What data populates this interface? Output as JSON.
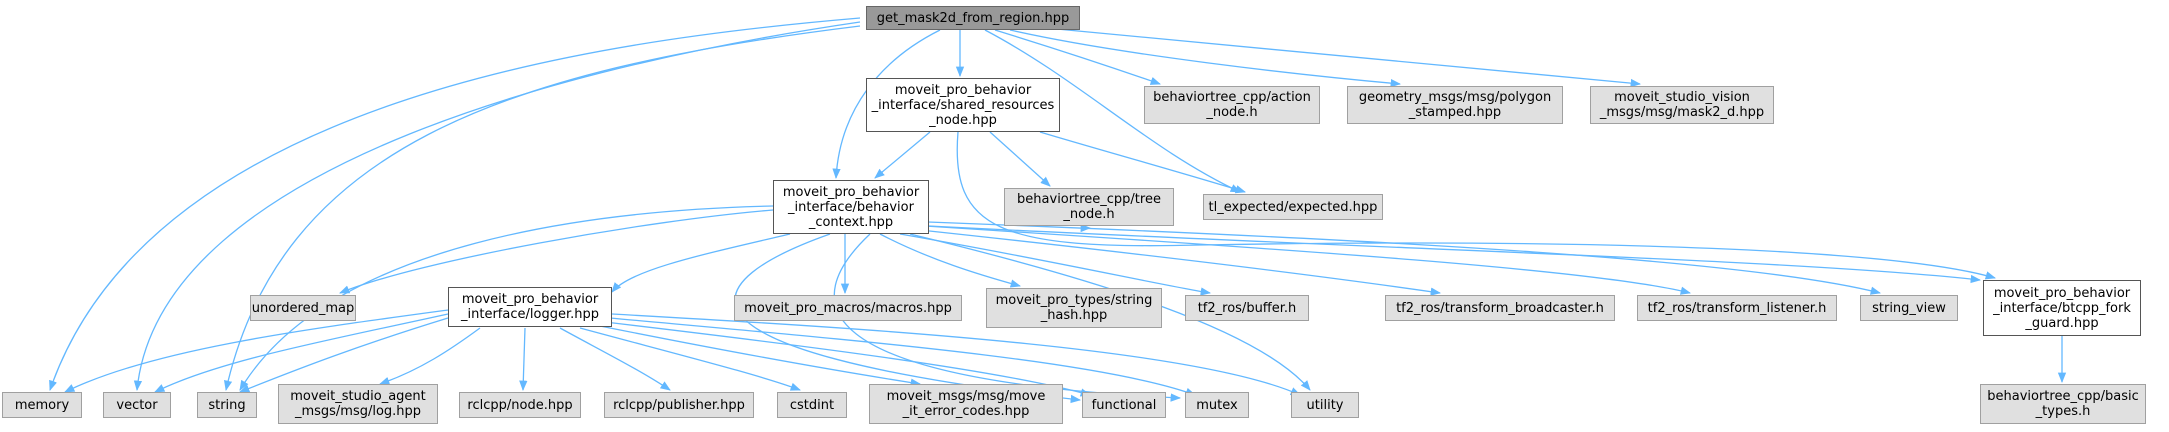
{
  "nodes": {
    "root": "get_mask2d_from_region.hpp",
    "shared_resources": "moveit_pro_behavior\n_interface/shared_resources\n_node.hpp",
    "action_node": "behaviortree_cpp/action\n_node.h",
    "polygon": "geometry_msgs/msg/polygon\n_stamped.hpp",
    "mask2d": "moveit_studio_vision\n_msgs/msg/mask2_d.hpp",
    "behavior_context": "moveit_pro_behavior\n_interface/behavior\n_context.hpp",
    "tree_node": "behaviortree_cpp/tree\n_node.h",
    "expected": "tl_expected/expected.hpp",
    "unordered_map": "unordered_map",
    "logger": "moveit_pro_behavior\n_interface/logger.hpp",
    "macros": "moveit_pro_macros/macros.hpp",
    "string_hash": "moveit_pro_types/string\n_hash.hpp",
    "buffer": "tf2_ros/buffer.h",
    "broadcaster": "tf2_ros/transform_broadcaster.h",
    "listener": "tf2_ros/transform_listener.h",
    "string_view": "string_view",
    "fork_guard": "moveit_pro_behavior\n_interface/btcpp_fork\n_guard.hpp",
    "memory": "memory",
    "vector": "vector",
    "string": "string",
    "log": "moveit_studio_agent\n_msgs/msg/log.hpp",
    "rclcpp_node": "rclcpp/node.hpp",
    "publisher": "rclcpp/publisher.hpp",
    "cstdint": "cstdint",
    "error_codes": "moveit_msgs/msg/move\n_it_error_codes.hpp",
    "functional": "functional",
    "mutex": "mutex",
    "utility": "utility",
    "basic_types": "behaviortree_cpp/basic\n_types.h"
  },
  "colors": {
    "edge": "#63b8ff",
    "external_fill": "#e0e0e0",
    "local_fill": "#ffffff",
    "root_fill": "#999999"
  }
}
